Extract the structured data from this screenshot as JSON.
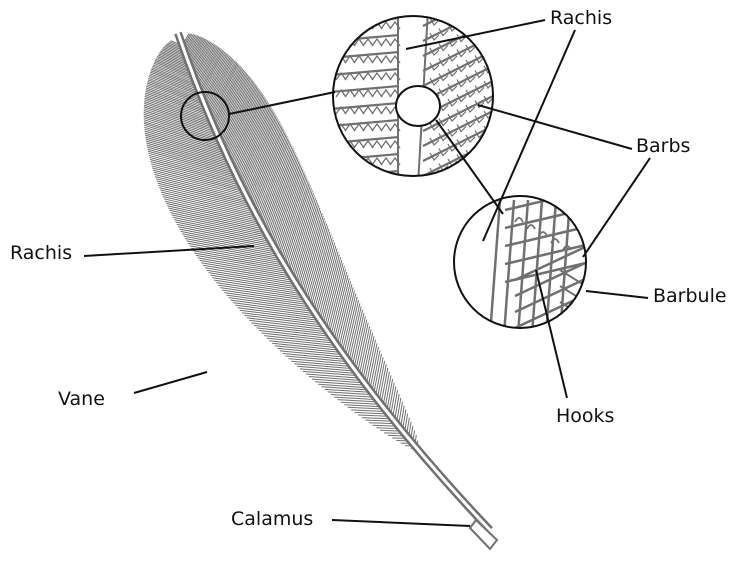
{
  "labels": {
    "rachis_main": "Rachis",
    "vane": "Vane",
    "calamus": "Calamus",
    "rachis_zoom": "Rachis",
    "barbs": "Barbs",
    "barbule": "Barbule",
    "hooks": "Hooks"
  },
  "colors": {
    "stroke": "#707070",
    "ink": "#111111",
    "background": "#ffffff"
  }
}
